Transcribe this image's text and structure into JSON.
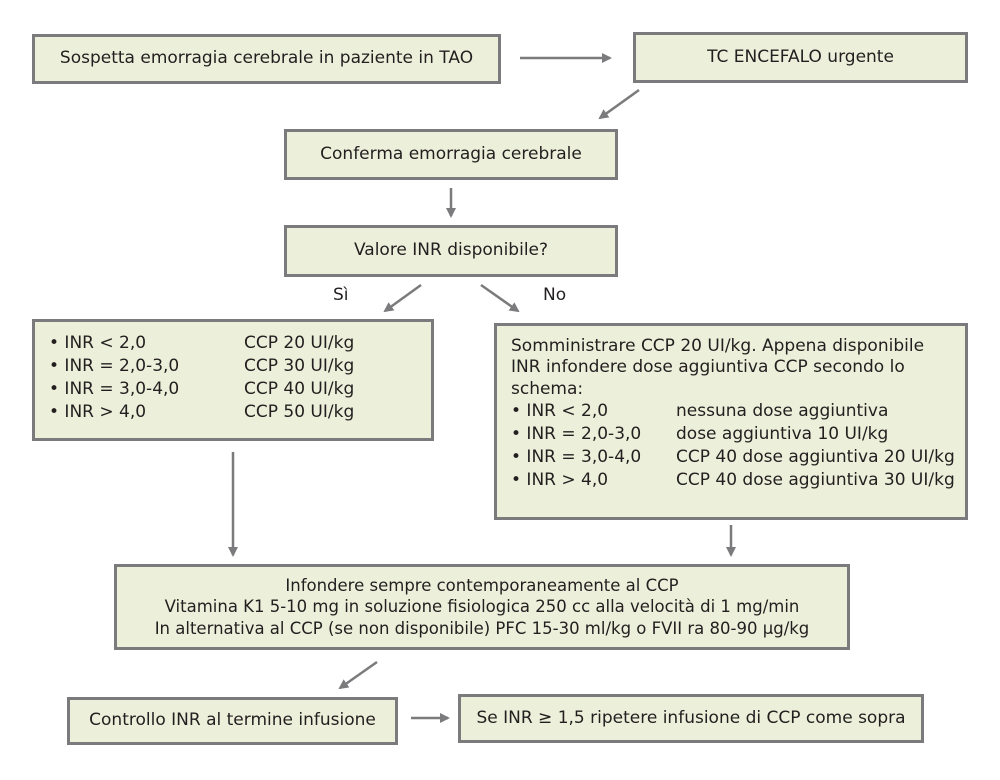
{
  "nodes": {
    "suspect": "Sospetta emorragia cerebrale in paziente in TAO",
    "ct": "TC ENCEFALO urgente",
    "confirm": "Conferma emorragia cerebrale",
    "inr_available": "Valore INR disponibile?",
    "yes_label": "Sì",
    "no_label": "No",
    "yes_box": {
      "rows": [
        {
          "inr": "• INR < 2,0",
          "dose": "CCP 20 UI/kg"
        },
        {
          "inr": "• INR = 2,0-3,0",
          "dose": "CCP 30 UI/kg"
        },
        {
          "inr": "• INR = 3,0-4,0",
          "dose": "CCP 40 UI/kg"
        },
        {
          "inr": "• INR > 4,0",
          "dose": "CCP 50 UI/kg"
        }
      ]
    },
    "no_box": {
      "intro": "Somministrare CCP 20 UI/kg. Appena disponibile INR infondere dose aggiuntiva CCP secondo lo schema:",
      "rows": [
        {
          "inr": "• INR < 2,0",
          "dose": "nessuna dose aggiuntiva"
        },
        {
          "inr": "• INR = 2,0-3,0",
          "dose": "dose aggiuntiva 10 UI/kg"
        },
        {
          "inr": "• INR = 3,0-4,0",
          "dose": "CCP 40 dose aggiuntiva 20 UI/kg"
        },
        {
          "inr": "• INR > 4,0",
          "dose": "CCP 40 dose aggiuntiva 30 UI/kg"
        }
      ]
    },
    "vitamin_box": {
      "line1": "Infondere sempre contemporaneamente al CCP",
      "line2": "Vitamina K1 5-10 mg in soluzione fisiologica 250 cc alla velocità di 1 mg/min",
      "line3": "In alternativa al CCP (se non disponibile) PFC 15-30 ml/kg o FVII ra 80-90 μg/kg"
    },
    "control": "Controllo INR al termine infusione",
    "repeat": "Se INR ≥ 1,5 ripetere infusione di CCP come sopra"
  },
  "colors": {
    "box_fill": "#ecefd9",
    "box_border": "#7b7b7d",
    "arrow": "#7b7b7d"
  }
}
